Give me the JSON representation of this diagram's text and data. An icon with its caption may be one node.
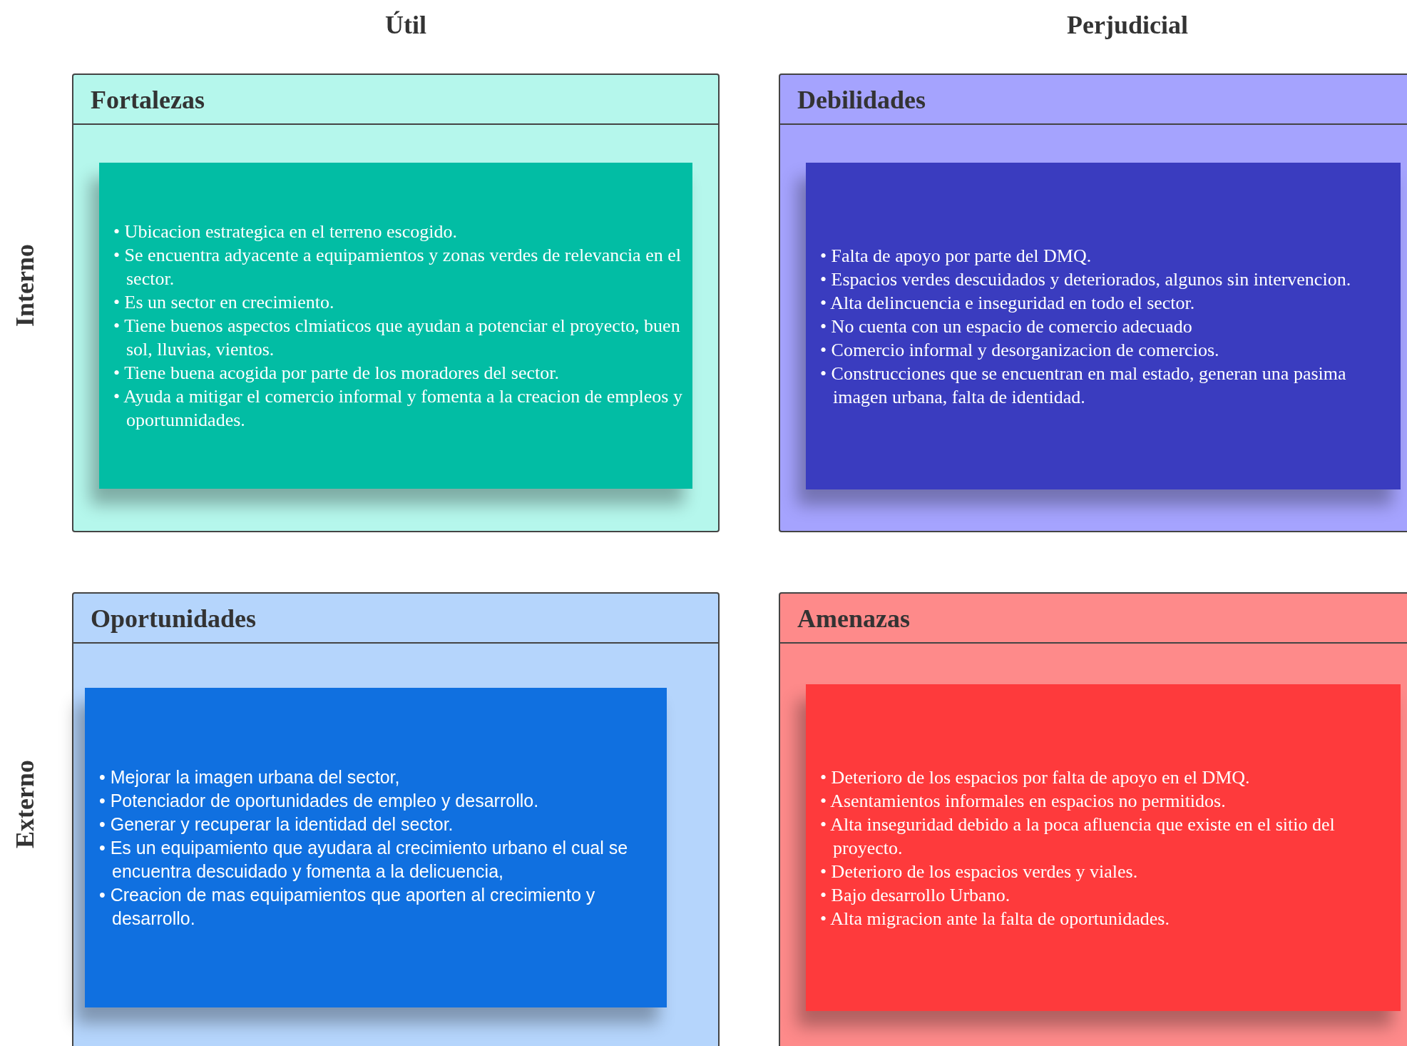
{
  "diagram": {
    "nodes": [
      {
        "text": [
          "Fortalezas"
        ]
      },
      {
        "text": [
          "• Ubicacion estrategica en el terreno escogido.",
          "• Se encuentra adyacente a equipamientos y zonas verdes de relevancia en el sector.",
          "• Es un sector en crecimiento.",
          "• Tiene buenos aspectos clmiaticos que ayudan a potenciar el proyecto, buen sol, lluvias, vientos.",
          "• Tiene buena acogida por parte de los moradores del sector.",
          "• Ayuda a mitigar el comercio informal y fomenta a la creacion de empleos y oportunnidades."
        ],
        "in": 0
      },
      {
        "text": [
          "Debilidades"
        ]
      },
      {
        "text": [
          "• Falta de apoyo por parte del DMQ.",
          "• Espacios verdes descuidados y deteriorados, algunos sin intervencion.",
          "• Alta delincuencia e inseguridad en todo el sector.",
          "• No cuenta con un espacio de comercio adecuado",
          "• Comercio informal y desorganizacion de comercios.",
          "• Construcciones que se encuentran en mal estado, generan una pasima imagen urbana, falta de identidad."
        ],
        "in": 2
      },
      {
        "text": [
          "Oportunidades"
        ]
      },
      {
        "text": [
          "• Mejorar la imagen urbana del sector,",
          "• Potenciador de oportunidades de empleo y desarrollo.",
          "• Generar y recuperar la identidad del sector.",
          "• Es un equipamiento que ayudara al crecimiento urbano el cual se encuentra descuidado y fomenta a la delicuencia,",
          "• Creacion de mas equipamientos que aporten al crecimiento y desarrollo."
        ],
        "in": 4
      },
      {
        "text": [
          "Amenazas"
        ]
      },
      {
        "text": [
          "• Deterioro de los espacios por falta de apoyo en el DMQ.",
          "• Asentamientos informales en espacios no permitidos.",
          "• Alta inseguridad debido a la poca afluencia que existe en el sitio del proyecto.",
          "• Deterioro de los espacios verdes y viales.",
          "• Bajo desarrollo Urbano.",
          "• Alta migracion ante la falta de oportunidades."
        ],
        "in": 6
      }
    ],
    "labels": [
      "Útil",
      "Perjudicial",
      "Interno",
      "Externo"
    ]
  }
}
